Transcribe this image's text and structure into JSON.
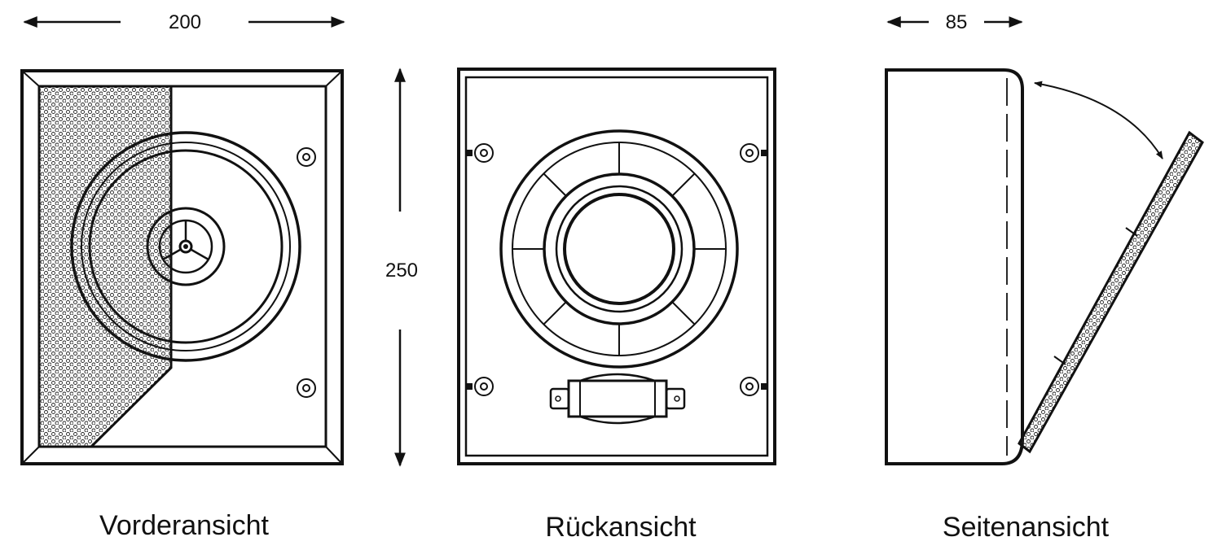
{
  "dimensions": {
    "width": "200",
    "height": "250",
    "depth": "85"
  },
  "views": {
    "front": "Vorderansicht",
    "back": "Rückansicht",
    "side": "Seitenansicht"
  },
  "colors": {
    "line": "#111111",
    "background": "#ffffff"
  }
}
